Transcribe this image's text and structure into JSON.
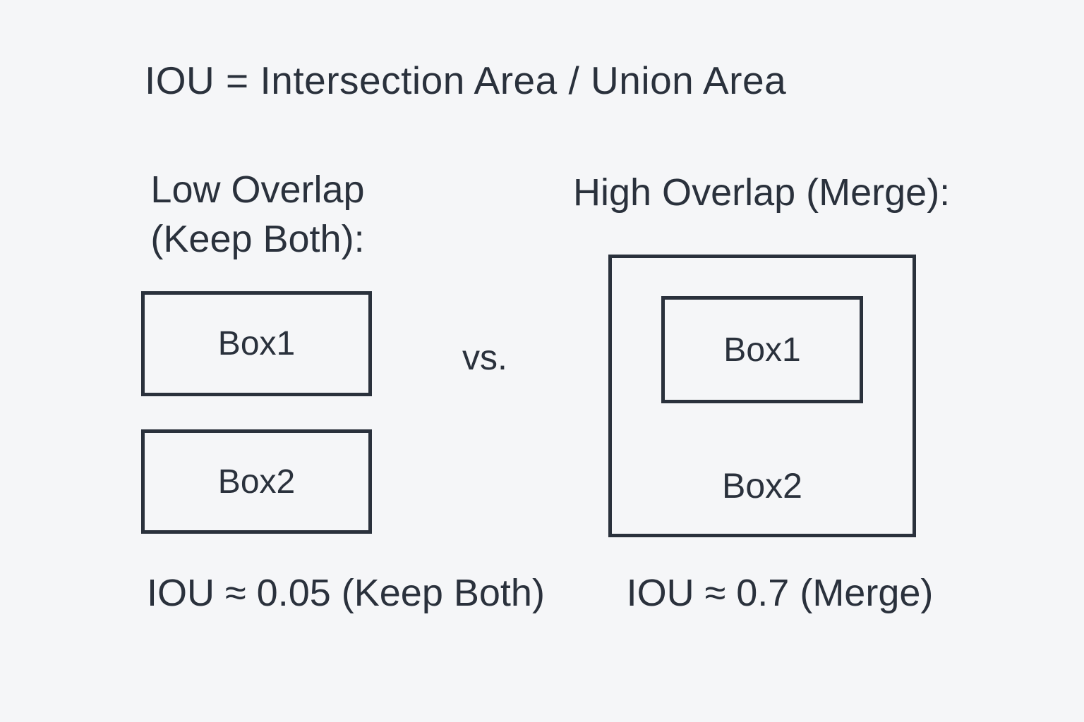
{
  "colors": {
    "background": "#f5f6f8",
    "ink": "#2a313c"
  },
  "title": "IOU = Intersection Area / Union Area",
  "vs_label": "vs.",
  "left_panel": {
    "heading_line1": "Low Overlap",
    "heading_line2": "(Keep Both):",
    "box1_label": "Box1",
    "box2_label": "Box2",
    "caption": "IOU ≈ 0.05 (Keep Both)"
  },
  "right_panel": {
    "heading": "High Overlap (Merge):",
    "box1_label": "Box1",
    "box2_label": "Box2",
    "caption": "IOU ≈ 0.7 (Merge)"
  }
}
